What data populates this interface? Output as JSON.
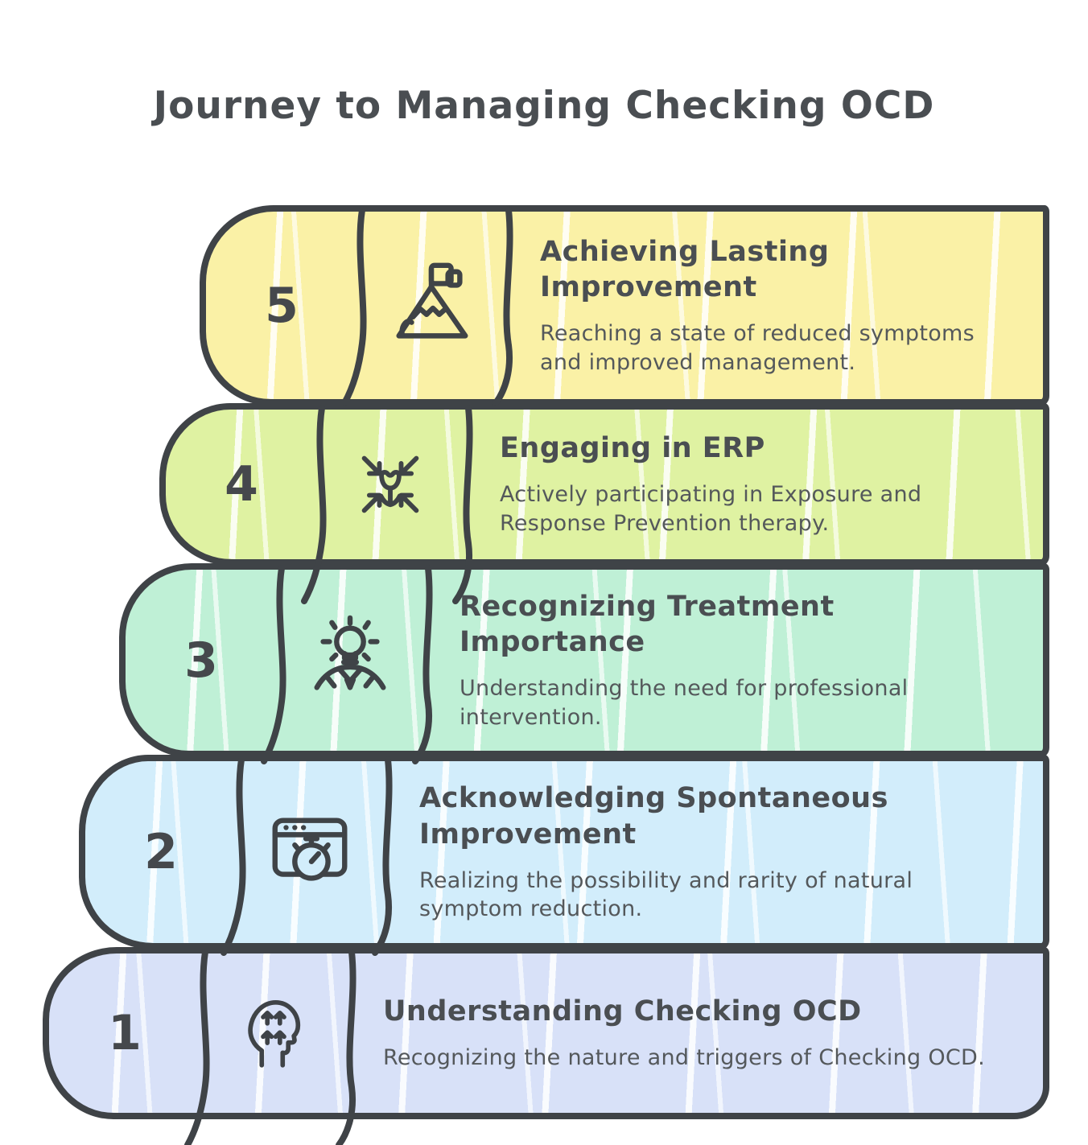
{
  "title": "Journey to Managing Checking OCD",
  "colors": {
    "background": "#ffffff",
    "outline": "#3f4347",
    "title_color": "#4a4e52",
    "body_color": "#54585b",
    "number_color": "#45484c"
  },
  "steps": [
    {
      "number": "5",
      "title": "Achieving Lasting Improvement",
      "description": "Reaching a state of reduced symptoms and improved management.",
      "color": "#faf1a6",
      "icon": "mountain-flag-icon"
    },
    {
      "number": "4",
      "title": "Engaging in ERP",
      "description": "Actively participating in Exposure and Response Prevention therapy.",
      "color": "#dff2a2",
      "icon": "converging-arrows-flower-icon"
    },
    {
      "number": "3",
      "title": "Recognizing Treatment Importance",
      "description": "Understanding the need for professional intervention.",
      "color": "#bff0d6",
      "icon": "lightbulb-person-icon"
    },
    {
      "number": "2",
      "title": "Acknowledging Spontaneous Improvement",
      "description": "Realizing the possibility and rarity of natural symptom reduction.",
      "color": "#d2edfb",
      "icon": "browser-stopwatch-icon"
    },
    {
      "number": "1",
      "title": "Understanding Checking OCD",
      "description": "Recognizing the nature and triggers of Checking OCD.",
      "color": "#d8e1f8",
      "icon": "head-arrows-icon"
    }
  ]
}
